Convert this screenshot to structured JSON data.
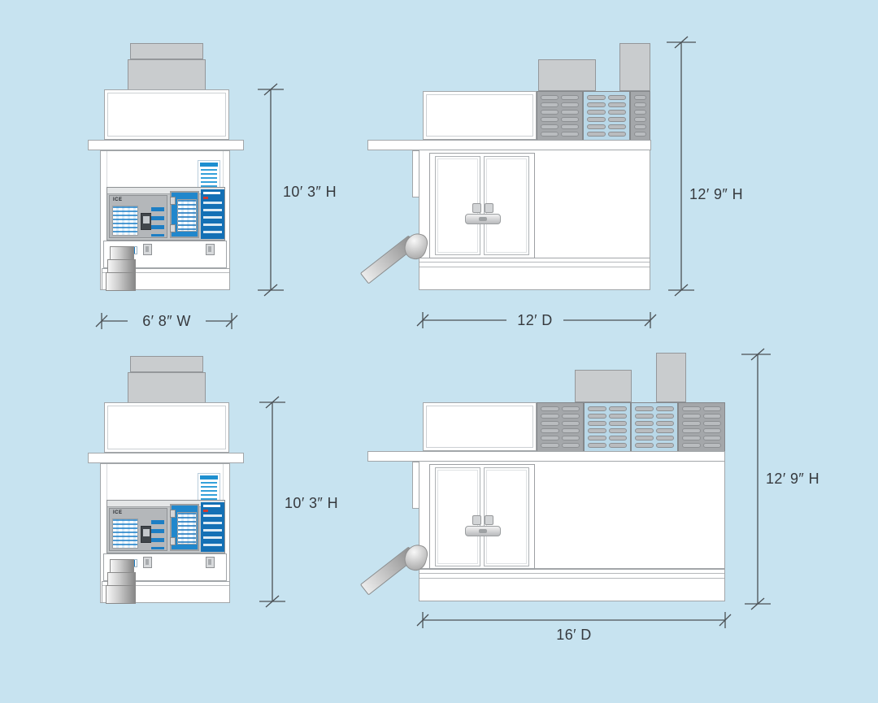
{
  "diagram_title": "ice-vending-kiosk-elevations",
  "dimensions": {
    "front_top": {
      "height": "10′ 3″ H",
      "width": "6′ 8″ W"
    },
    "side_top": {
      "height": "12′ 9″ H",
      "depth": "12′ D"
    },
    "front_bottom": {
      "height": "10′ 3″ H"
    },
    "side_bottom": {
      "height": "12′ 9″ H",
      "depth": "16′ D"
    }
  },
  "machine": {
    "brand": "ICE"
  },
  "colors": {
    "background": "#c7e3f0",
    "dimension_line": "#4b5054",
    "panel_blue": "#1470b5",
    "door_blue": "#2187cc",
    "accent_blue": "#35a1da",
    "metal_gray": "#c9ccce",
    "louver_gray": "#a4a7aa"
  }
}
